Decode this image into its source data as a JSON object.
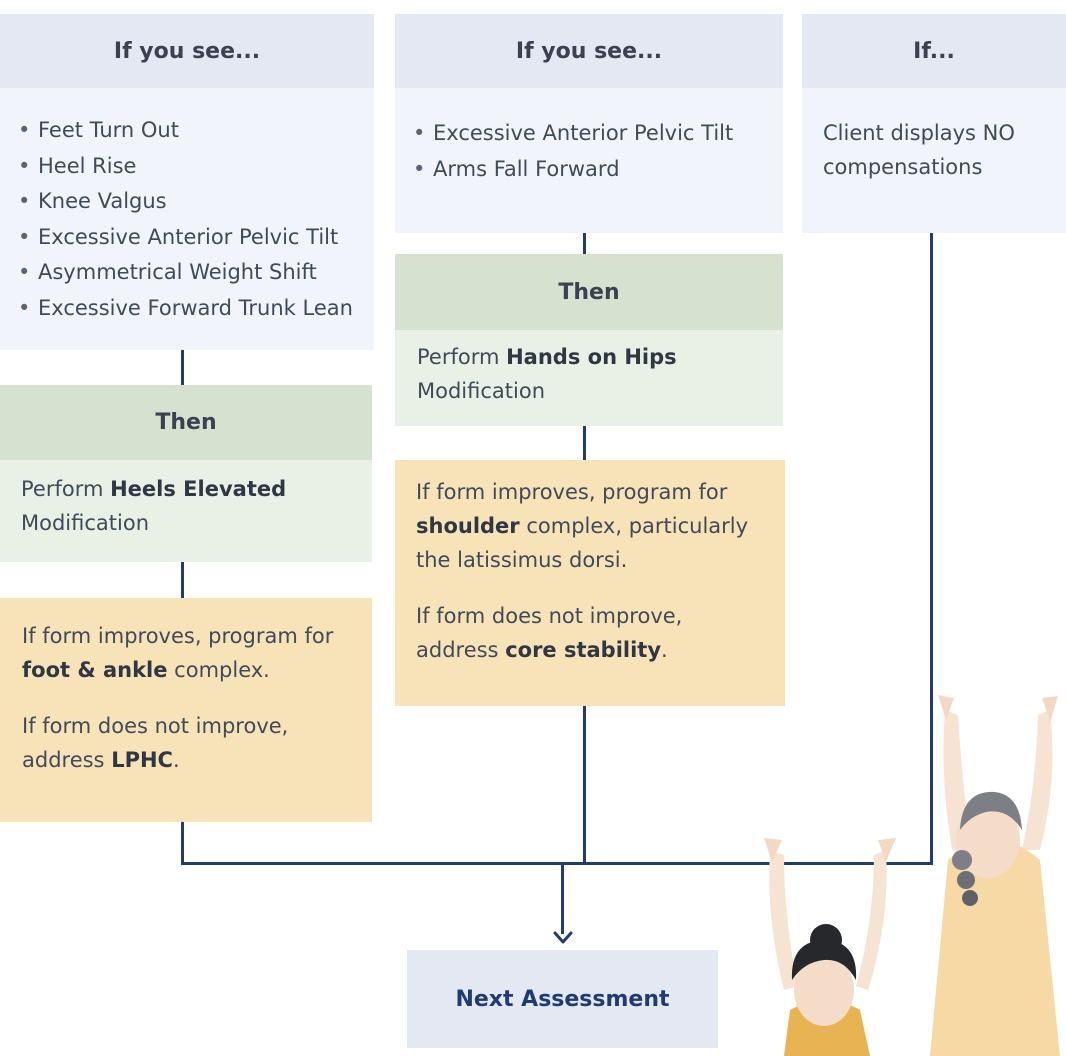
{
  "columns": {
    "left": {
      "header": "If you see...",
      "items": [
        "Feet Turn Out",
        "Heel Rise",
        "Knee Valgus",
        "Excessive Anterior Pelvic Tilt",
        "Asymmetrical Weight Shift",
        "Excessive Forward Trunk Lean"
      ],
      "then_header": "Then",
      "then_pre": "Perform ",
      "then_bold": "Heels Elevated",
      "then_post": " Modification",
      "result_improve_pre": "If form improves, program for ",
      "result_improve_bold": "foot & ankle",
      "result_improve_post": " complex.",
      "result_not_pre": "If form does not improve, address ",
      "result_not_bold": "LPHC",
      "result_not_post": "."
    },
    "middle": {
      "header": "If you see...",
      "items": [
        "Excessive Anterior Pelvic Tilt",
        "Arms Fall Forward"
      ],
      "then_header": "Then",
      "then_pre": "Perform ",
      "then_bold": "Hands on Hips",
      "then_post": " Modification",
      "result_improve_pre": "If form improves, program for ",
      "result_improve_bold": "shoulder",
      "result_improve_post": " complex, particularly the latissimus dorsi.",
      "result_not_pre": "If form does not improve, address ",
      "result_not_bold": "core stability",
      "result_not_post": "."
    },
    "right": {
      "header": "If...",
      "text": "Client displays NO compensations"
    }
  },
  "next": {
    "label": "Next Assessment"
  },
  "colors": {
    "header_blue": "#e3e8f2",
    "body_blue": "#f1f4fa",
    "header_green": "#d6e2d0",
    "body_green": "#e9f0e5",
    "body_orange": "#f8e2b7",
    "connector": "#233c6e",
    "next_label": "#1f3b73"
  },
  "illustration": {
    "name": "two-people-raising-arms"
  }
}
